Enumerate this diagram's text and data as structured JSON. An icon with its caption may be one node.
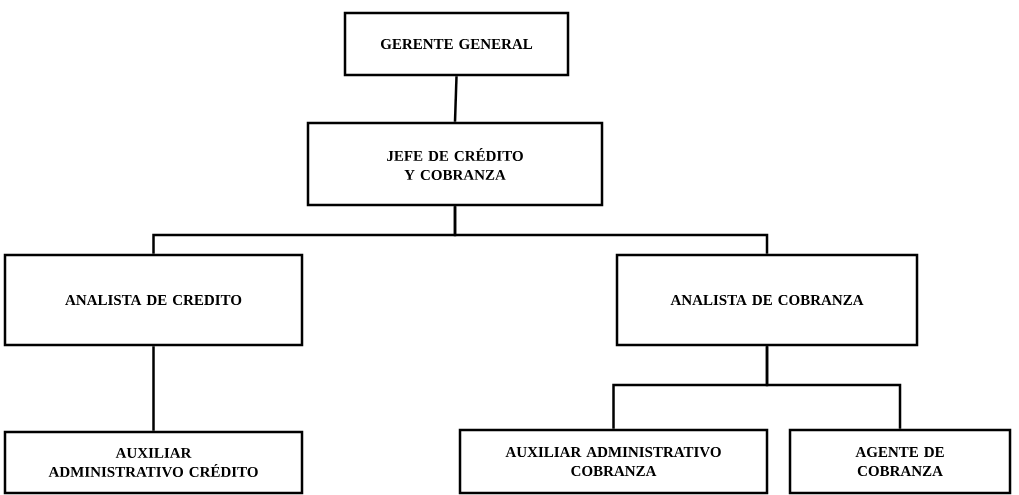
{
  "diagram": {
    "nodes": [
      {
        "text": [
          "GERENTE GENERAL"
        ]
      },
      {
        "text": [
          "JEFE DE CRÉDITO Y COBRANZA"
        ]
      },
      {
        "text": [
          "ANALISTA DE CREDITO"
        ]
      },
      {
        "text": [
          "ANALISTA DE COBRANZA"
        ]
      },
      {
        "text": [
          "AUXILIAR ADMINISTRATIVO CRÉDITO"
        ]
      },
      {
        "text": [
          "AUXILIAR ADMINISTRATIVO COBRANZA"
        ]
      },
      {
        "text": [
          "AGENTE DE COBRANZA"
        ]
      }
    ],
    "edges": [
      {
        "from": 0,
        "to": 1,
        "arrow": "none"
      },
      {
        "from": 1,
        "to": 2,
        "arrow": "none"
      },
      {
        "from": 1,
        "to": 3,
        "arrow": "none"
      },
      {
        "from": 2,
        "to": 4,
        "arrow": "none"
      },
      {
        "from": 3,
        "to": 5,
        "arrow": "none"
      },
      {
        "from": 3,
        "to": 6,
        "arrow": "none"
      }
    ]
  }
}
